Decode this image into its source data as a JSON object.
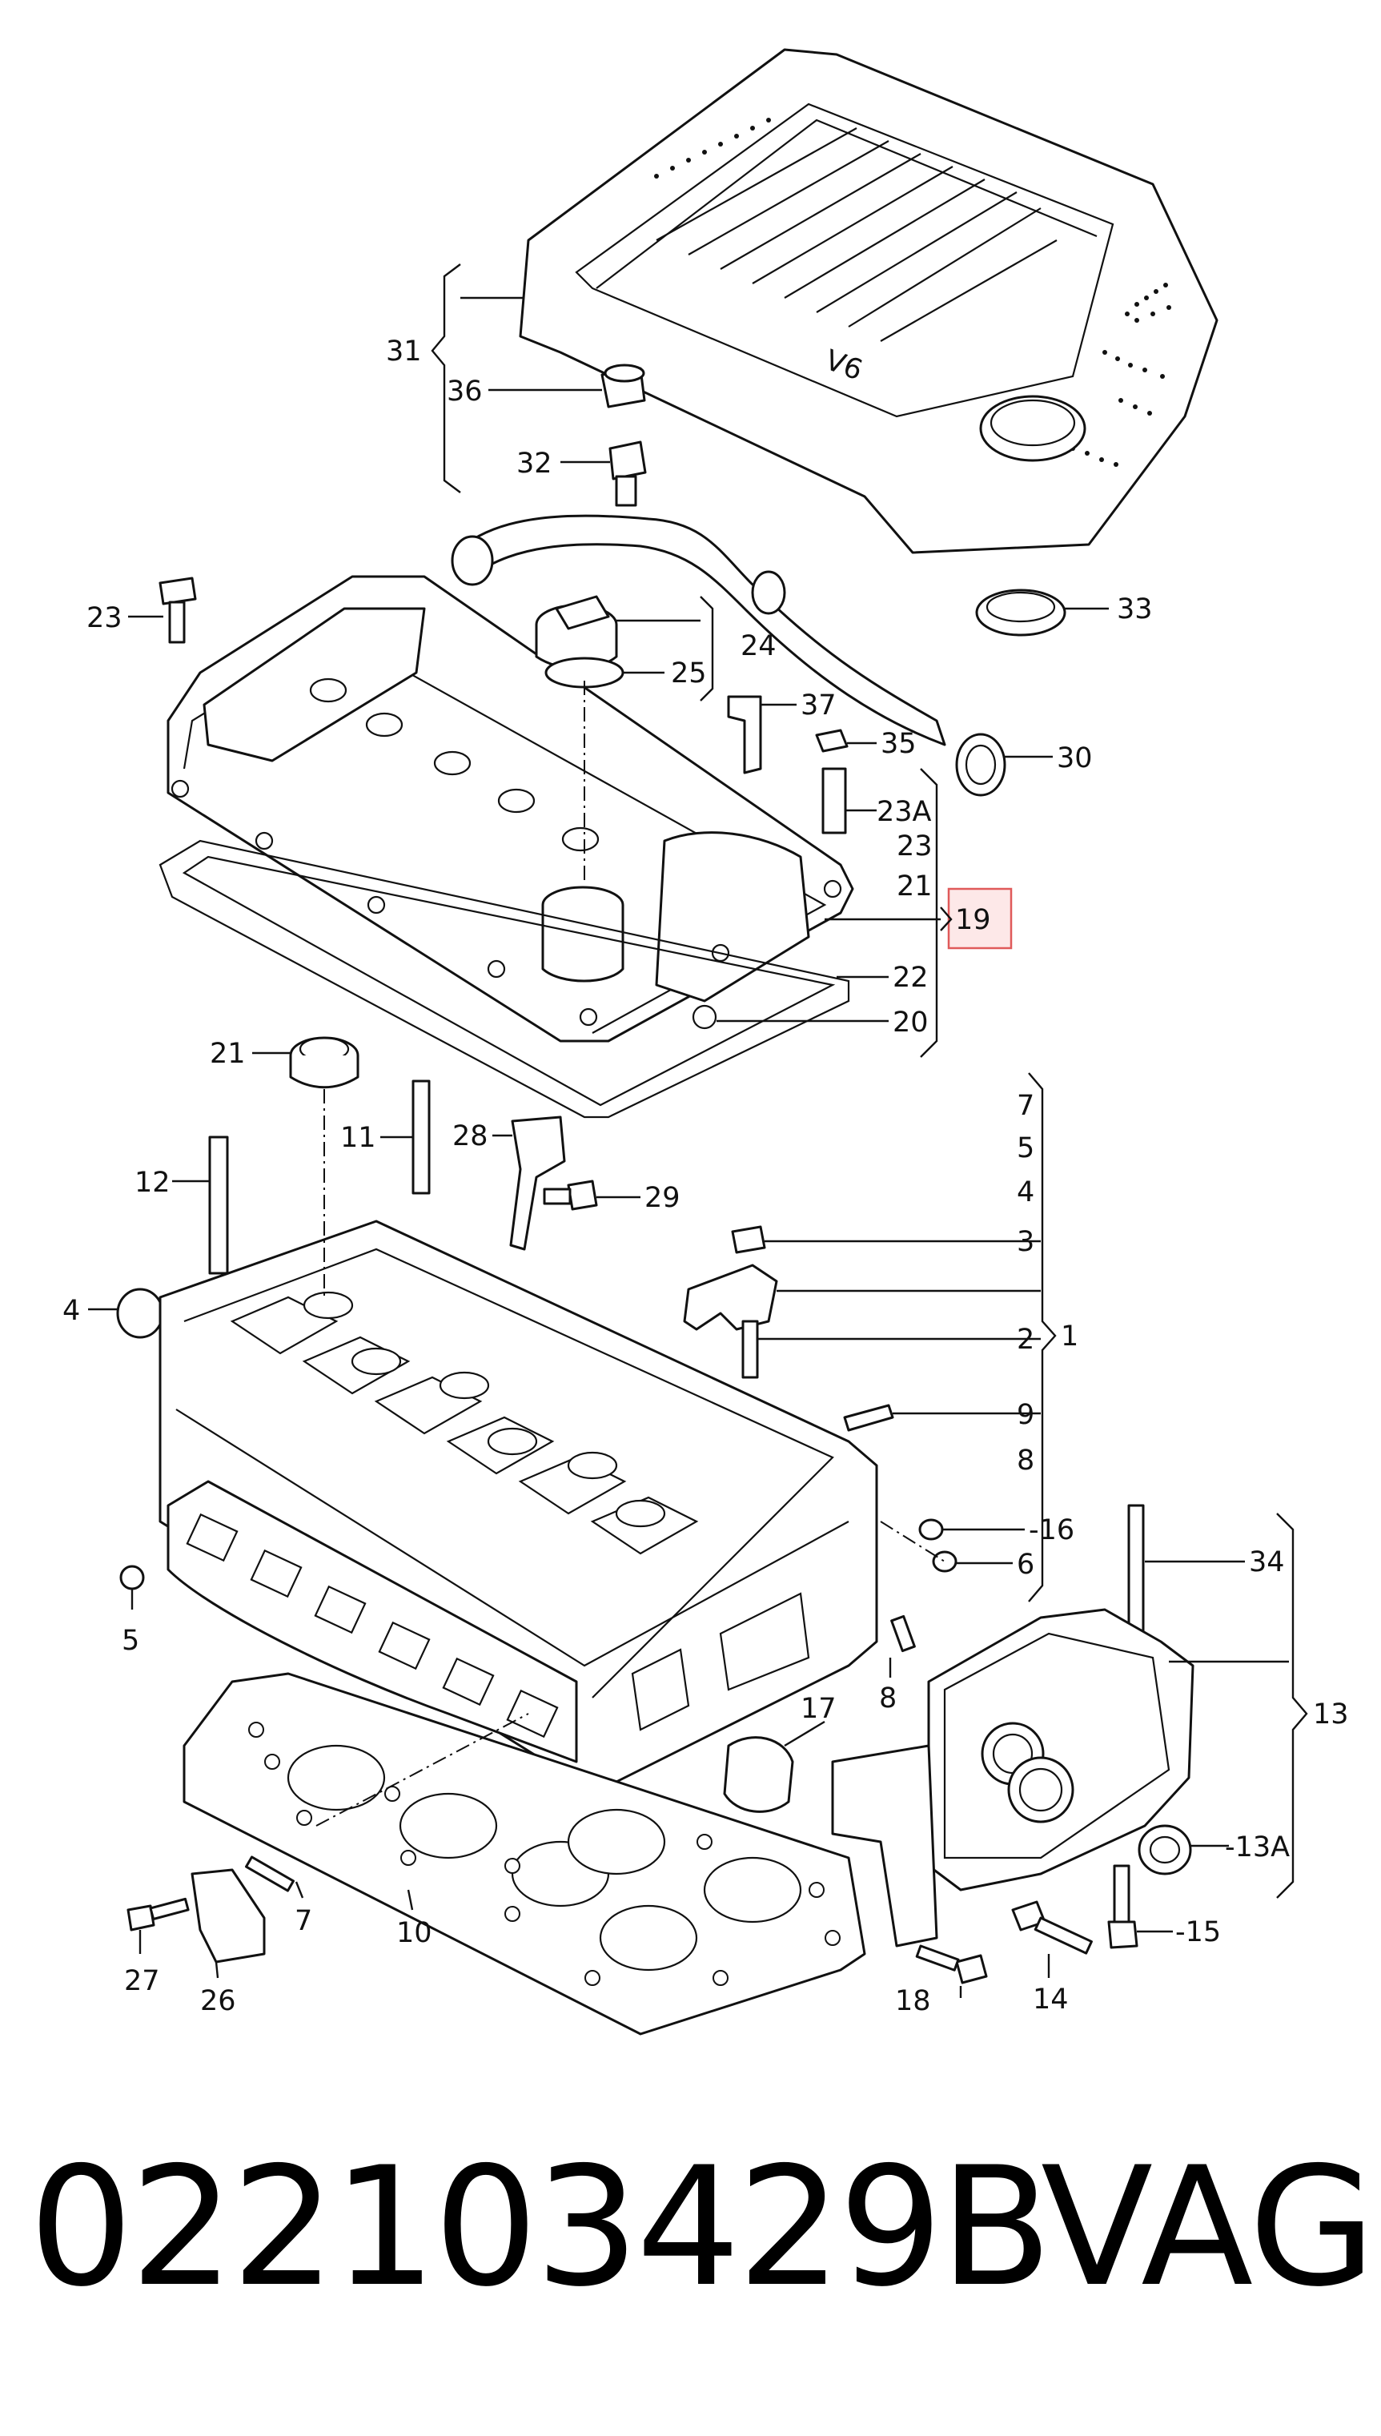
{
  "diagram": {
    "engine_cover_badge": "V6",
    "callouts": {
      "c31": "31",
      "c36": "36",
      "c32": "32",
      "c33": "33",
      "c23_top": "23",
      "c24": "24",
      "c25": "25",
      "c37": "37",
      "c35": "35",
      "c30": "30",
      "c23A": "23A",
      "c23_group": "23",
      "c21_group": "21",
      "c19": "19",
      "c22": "22",
      "c20": "20",
      "c21_left": "21",
      "c11": "11",
      "c28": "28",
      "c12": "12",
      "c29": "29",
      "c7_right": "7",
      "c5_right": "5",
      "c4_right": "4",
      "c3": "3",
      "c2": "2",
      "c1": "1",
      "c4_left": "4",
      "c9": "9",
      "c8_right": "8",
      "c16": "-16",
      "c6": "6",
      "c34": "34",
      "c5_left": "5",
      "c8_low": "8",
      "c13": "13",
      "c17": "17",
      "c13A": "-13A",
      "c15": "-15",
      "c7_low": "7",
      "c10": "10",
      "c27": "27",
      "c26": "26",
      "c18": "18",
      "c14": "14"
    }
  },
  "footer": {
    "part_number": "022103429B",
    "brand": "VAG"
  },
  "colors": {
    "highlight_box": "#e05a5a",
    "highlight_fill": "#fde8e8",
    "line": "#111111"
  }
}
